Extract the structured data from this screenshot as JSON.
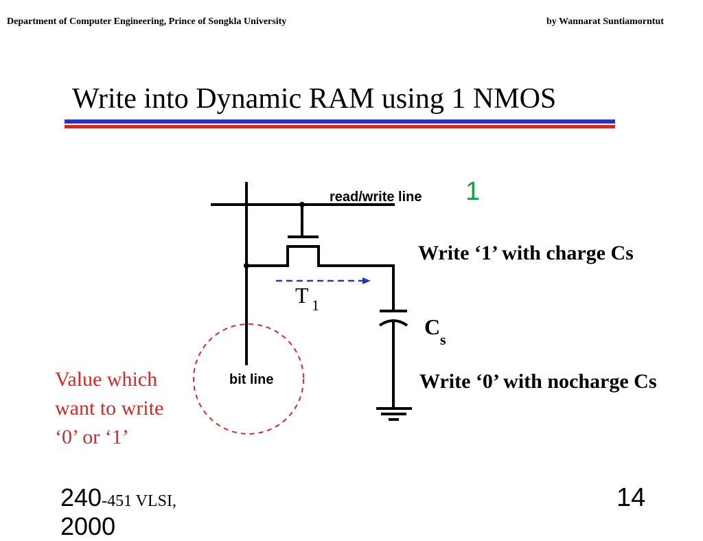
{
  "header": {
    "left": "Department of Computer Engineering, Prince of Songkla University",
    "right": "by Wannarat Suntiamorntut"
  },
  "title": "Write into Dynamic RAM using  1  NMOS",
  "colors": {
    "rule_blue": "#2a35b5",
    "rule_red": "#cf2a2a",
    "annotation_red": "#d22a2a",
    "value_green": "#1d9a4a"
  },
  "diagram": {
    "read_write_label": "read/write line",
    "read_write_value": "1",
    "write1_text": "Write ‘1’ with  charge Cs",
    "write0_text": "Write ‘0’ with  nocharge Cs",
    "transistor_label": "T",
    "transistor_sub": "1",
    "capacitor_label": "C",
    "capacitor_sub": "s",
    "bit_line_label": "bit line",
    "value_note": [
      "Value which",
      "want to write",
      "‘0’  or ‘1’"
    ]
  },
  "footer": {
    "course_main": "240",
    "course_rest": "-451  VLSI,",
    "course_year": "2000",
    "page_number": "14"
  }
}
